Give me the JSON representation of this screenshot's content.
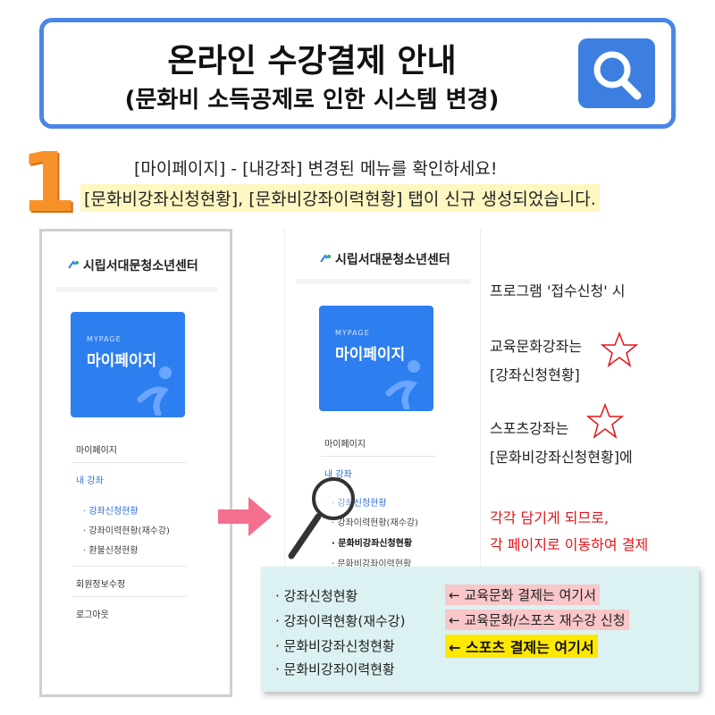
{
  "banner": {
    "title": "온라인 수강결제 안내",
    "subtitle": "(문화비 소득공제로 인한 시스템 변경)"
  },
  "step": {
    "number": "1",
    "line1": "[마이페이지] - [내강좌] 변경된 메뉴를 확인하세요!",
    "line2": "[문화비강좌신청현황], [문화비강좌이력현황] 탭이 신규 생성되었습니다."
  },
  "left_panel": {
    "logo": "시립서대문청소년센터",
    "card_small": "MYPAGE",
    "card_big": "마이페이지",
    "menu_mypage": "마이페이지",
    "menu_mycourse": "내 강좌",
    "sub_items": [
      "· 강좌신청현황",
      "· 강좌이력현황(재수강)",
      "· 환불신청현황"
    ],
    "menu_profile": "회원정보수정",
    "menu_logout": "로그아웃"
  },
  "right_panel": {
    "logo": "시립서대문청소년센터",
    "card_small": "MYPAGE",
    "card_big": "마이페이지",
    "menu_mypage": "마이페이지",
    "menu_mycourse": "내 강좌",
    "sub_items": [
      "· 강좌신청현황",
      "· 강좌이력현황(재수강)",
      "· 문화비강좌신청현황",
      "· 문화비강좌이력현황"
    ]
  },
  "notes": {
    "line1": "프로그램 '접수신청' 시",
    "line2": "교육문화강좌는",
    "line3": "[강좌신청현황]",
    "line4": "스포츠강좌는",
    "line5": "[문화비강좌신청현황]에",
    "red1": "각각 담기게 되므로,",
    "red2": "각 페이지로 이동하여 결제"
  },
  "info_box": {
    "bullets": [
      "· 강좌신청현황",
      "· 강좌이력현황(재수강)",
      "· 문화비강좌신청현황",
      "· 문화비강좌이력현황"
    ],
    "tag1": "← 교육문화 결제는 여기서",
    "tag2": "← 교육문화/스포츠 재수강 신청",
    "tag3": "← 스포츠 결제는 여기서"
  },
  "icons": {
    "search": "search-icon",
    "arrow": "arrow-right-icon",
    "magnifier": "magnifier-icon",
    "star": "star-icon",
    "logo": "logo-icon"
  },
  "colors": {
    "banner_border": "#4a86e8",
    "search_bg": "#3d7fe0",
    "step_orange": "#f7922a",
    "card_blue": "#2d7ff0",
    "arrow_pink": "#f46f8e",
    "red_text": "#e4141a",
    "box_bg": "#dcf1f2",
    "highlight_pink": "#f9c6c9",
    "highlight_yellow": "#ffe800"
  }
}
